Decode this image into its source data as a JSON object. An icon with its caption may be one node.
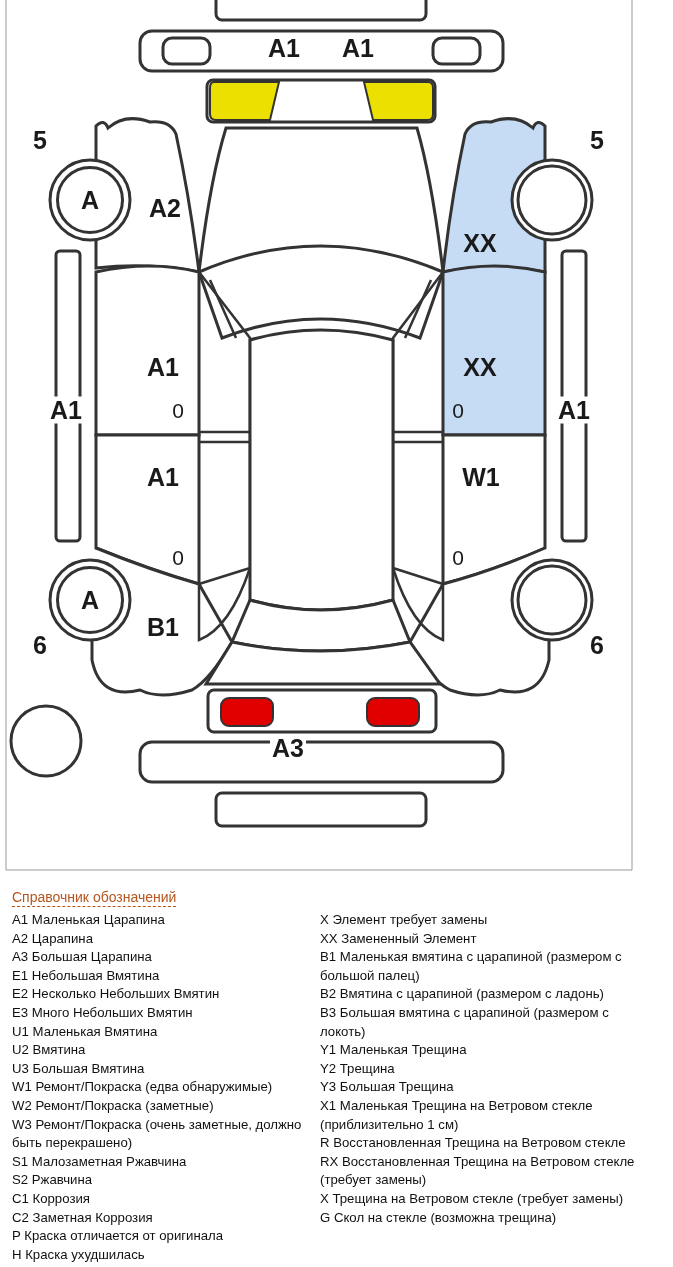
{
  "diagram": {
    "nodes": [
      {
        "text": [
          "A"
        ]
      },
      {
        "text": [
          "A"
        ]
      }
    ],
    "labels": [
      "A1",
      "A1",
      "5",
      "5",
      "A2",
      "XX",
      "A1",
      "XX",
      "A1",
      "0",
      "0",
      "A1",
      "A1",
      "W1",
      "0",
      "0",
      "B1",
      "6",
      "6",
      "A3",
      "Справочник обозначений",
      "A1 Маленькая Царапина",
      "A2 Царапина",
      "A3 Большая Царапина",
      "E1 Небольшая Вмятина",
      "E2 Несколько Небольших Вмятин",
      "E3 Много Небольших Вмятин",
      "U1 Маленькая Вмятина",
      "U2 Вмятина",
      "U3 Большая Вмятина",
      "W1 Ремонт/Покраска (едва обнаружимые)",
      "W2 Ремонт/Покраска (заметные)",
      "W3 Ремонт/Покраска (очень заметные, должно быть перекрашено)",
      "S1 Малозаметная Ржавчина",
      "S2 Ржавчина",
      "C1 Коррозия",
      "C2 Заметная Коррозия",
      "P Краска отличается от оригинала",
      "H Краска ухудшилась",
      "X Элемент требует замены",
      "XX Замененный Элемент",
      "B1 Маленькая вмятина с царапиной (размером с большой палец)",
      "B2 Вмятина с царапиной (размером с ладонь)",
      "B3 Большая вмятина с царапиной (размером с локоть)",
      "Y1 Маленькая Трещина",
      "Y2 Трещина",
      "Y3 Большая Трещина",
      "X1 Маленькая Трещина на Ветровом стекле (приблизительно 1 см)",
      "R Восстановленная Трещина на Ветровом стекле",
      "RX Восстановленная Трещина на Ветровом стекле (требует замены)",
      "X Трещина на Ветровом стекле (требует замены)",
      "G Скол на стекле (возможна трещина)"
    ]
  }
}
